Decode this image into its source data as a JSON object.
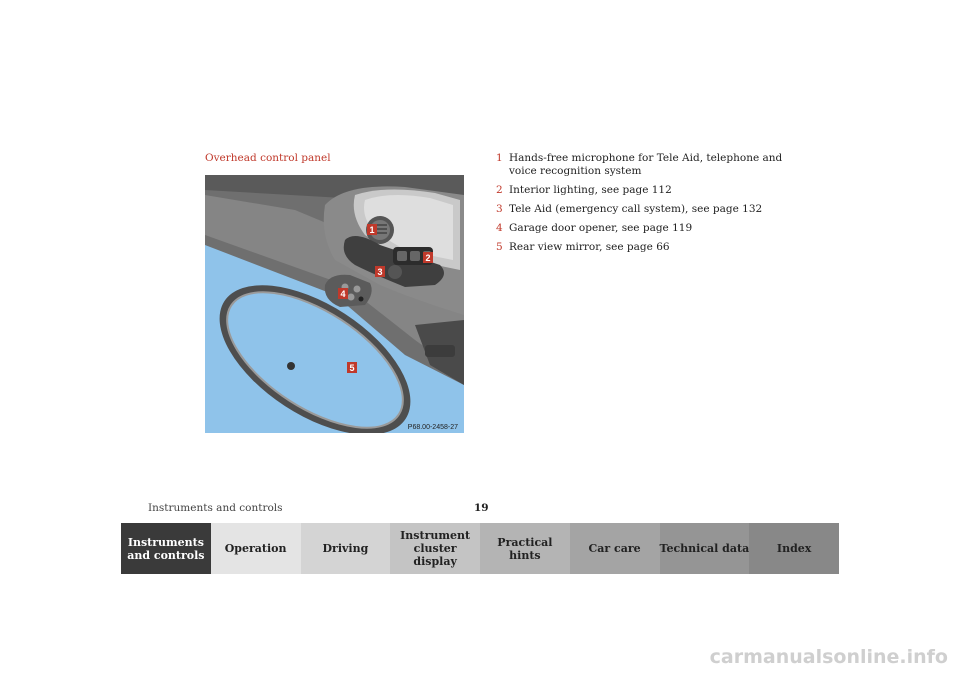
{
  "section_title": "Overhead control panel",
  "figure": {
    "code": "P68.00-2458-27",
    "markers": [
      "1",
      "2",
      "3",
      "4",
      "5"
    ]
  },
  "callouts": [
    {
      "num": "1",
      "text": "Hands-free microphone for Tele Aid, telephone and voice recognition system"
    },
    {
      "num": "2",
      "text": "Interior lighting, see page 112"
    },
    {
      "num": "3",
      "text": "Tele Aid (emergency call system), see page 132"
    },
    {
      "num": "4",
      "text": "Garage door opener, see page 119"
    },
    {
      "num": "5",
      "text": "Rear view mirror, see page 66"
    }
  ],
  "footer": {
    "section": "Instruments and controls",
    "page": "19"
  },
  "tabs": [
    {
      "label": "Instruments and controls",
      "color": "#3a3a3a",
      "active": true
    },
    {
      "label": "Operation",
      "color": "#e4e4e4",
      "active": false
    },
    {
      "label": "Driving",
      "color": "#d4d4d4",
      "active": false
    },
    {
      "label": "Instrument cluster display",
      "color": "#c4c4c4",
      "active": false
    },
    {
      "label": "Practical hints",
      "color": "#b4b4b4",
      "active": false
    },
    {
      "label": "Car care",
      "color": "#a4a4a4",
      "active": false
    },
    {
      "label": "Technical data",
      "color": "#959595",
      "active": false
    },
    {
      "label": "Index",
      "color": "#888888",
      "active": false
    }
  ],
  "watermark": "carmanualsonline.info",
  "colors": {
    "accent": "#c0392b",
    "sky": "#8fc3ea"
  }
}
